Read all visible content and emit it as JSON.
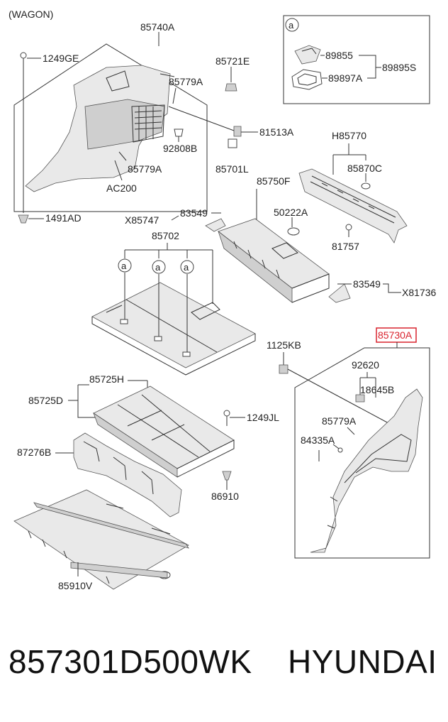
{
  "diagram": {
    "variant_label": "(WAGON)",
    "callout_symbol": "a",
    "highlight_color": "#d9232e",
    "labels": {
      "l85740A": "85740A",
      "l1249GE": "1249GE",
      "l85721E": "85721E",
      "l85779A_1": "85779A",
      "l81513A": "81513A",
      "l92808B": "92808B",
      "l85779A_2": "85779A",
      "l85701L": "85701L",
      "lAC200": "AC200",
      "l1491AD": "1491AD",
      "l89855": "89855",
      "l89897A": "89897A",
      "l89895S": "89895S",
      "lH85770": "H85770",
      "l85870C": "85870C",
      "l85750F": "85750F",
      "l50222A": "50222A",
      "l81757": "81757",
      "lX85747": "X85747",
      "l83549_1": "83549",
      "l85702": "85702",
      "l83549_2": "83549",
      "lX81736": "X81736",
      "l85730A": "85730A",
      "l1125KB": "1125KB",
      "l92620": "92620",
      "l18645B": "18645B",
      "l85779A_3": "85779A",
      "l84335A": "84335A",
      "l85725H": "85725H",
      "l85725D": "85725D",
      "l1249JL": "1249JL",
      "l87276B": "87276B",
      "l86910": "86910",
      "l85910V": "85910V"
    }
  },
  "footer": {
    "part_number": "857301D500WK",
    "brand": "HYUNDAI"
  }
}
